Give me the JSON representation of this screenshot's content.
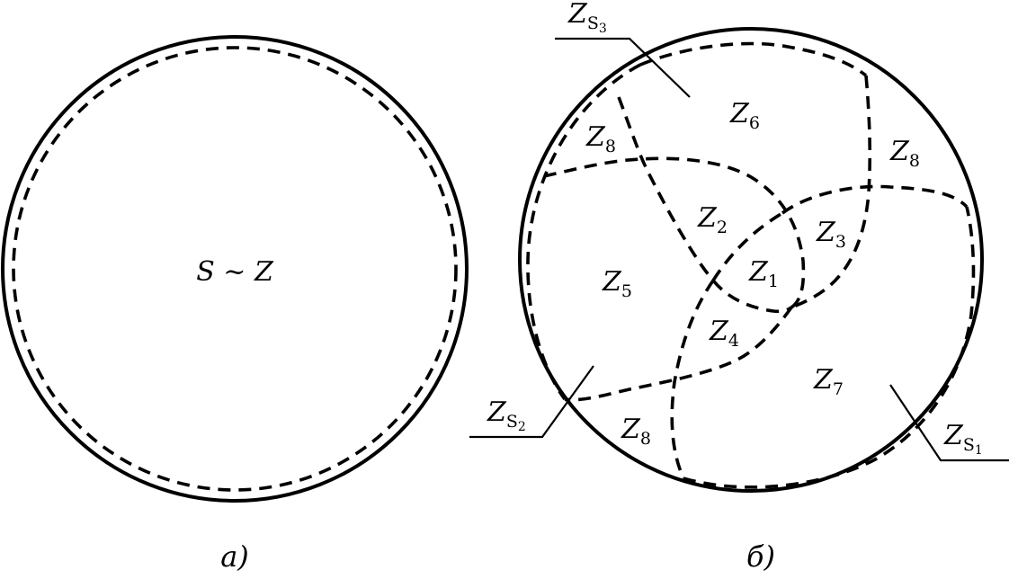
{
  "panel_a": {
    "label": "S ~ Z",
    "caption": "a)"
  },
  "panel_b": {
    "caption": "б)",
    "zones": {
      "z1": {
        "main": "Z",
        "sub": "1"
      },
      "z2": {
        "main": "Z",
        "sub": "2"
      },
      "z3": {
        "main": "Z",
        "sub": "3"
      },
      "z4": {
        "main": "Z",
        "sub": "4"
      },
      "z5": {
        "main": "Z",
        "sub": "5"
      },
      "z6": {
        "main": "Z",
        "sub": "6"
      },
      "z7": {
        "main": "Z",
        "sub": "7"
      },
      "z8_left": {
        "main": "Z",
        "sub": "8"
      },
      "z8_right": {
        "main": "Z",
        "sub": "8"
      },
      "z8_bottom": {
        "main": "Z",
        "sub": "8"
      }
    },
    "callouts": {
      "zs1": {
        "main": "Z",
        "sub": "S",
        "subsub": "1"
      },
      "zs2": {
        "main": "Z",
        "sub": "S",
        "subsub": "2"
      },
      "zs3": {
        "main": "Z",
        "sub": "S",
        "subsub": "3"
      }
    }
  }
}
